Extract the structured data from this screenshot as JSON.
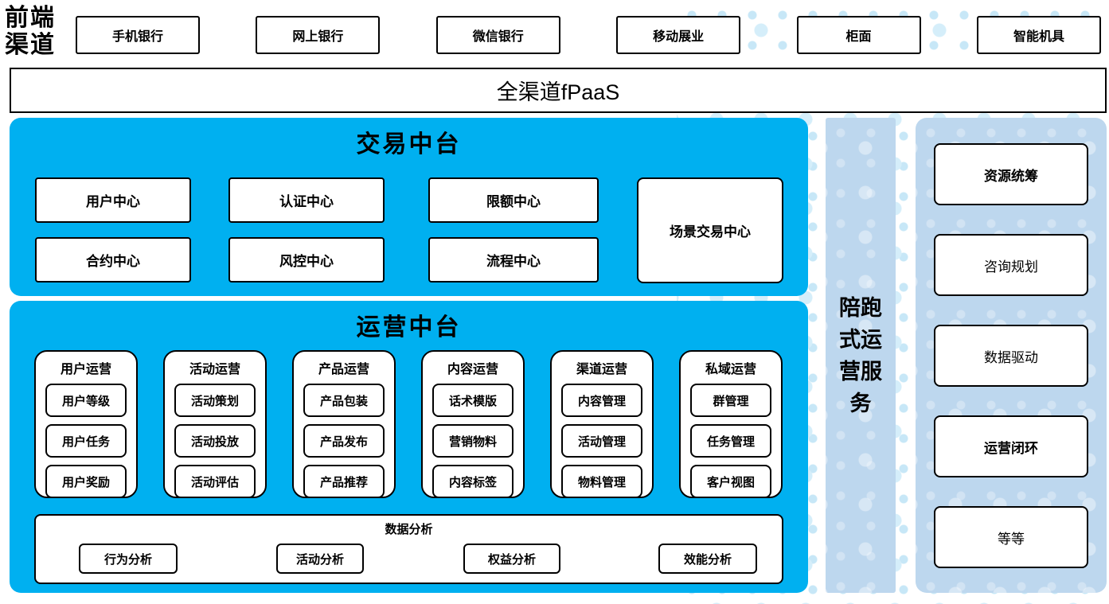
{
  "colors": {
    "bright_blue": "#00B0F0",
    "light_blue": "#BDD7EE",
    "dot_blue": "#C7E7F7",
    "box_border": "#000000",
    "box_bg": "#FFFFFF"
  },
  "front_channels": {
    "label": "前端渠道",
    "label_lines": [
      "前端",
      "渠道"
    ],
    "items": [
      "手机银行",
      "网上银行",
      "微信银行",
      "移动展业",
      "柜面",
      "智能机具"
    ]
  },
  "fpaas": {
    "label": "全渠道fPaaS"
  },
  "trade_platform": {
    "title": "交易中台",
    "row1": [
      "用户中心",
      "认证中心",
      "限额中心"
    ],
    "row2": [
      "合约中心",
      "风控中心",
      "流程中心"
    ],
    "side_box": "场景交易中心"
  },
  "ops_platform": {
    "title": "运营中台",
    "groups": [
      {
        "header": "用户运营",
        "items": [
          "用户等级",
          "用户任务",
          "用户奖励"
        ]
      },
      {
        "header": "活动运营",
        "items": [
          "活动策划",
          "活动投放",
          "活动评估"
        ]
      },
      {
        "header": "产品运营",
        "items": [
          "产品包装",
          "产品发布",
          "产品推荐"
        ]
      },
      {
        "header": "内容运营",
        "items": [
          "话术模版",
          "营销物料",
          "内容标签"
        ]
      },
      {
        "header": "渠道运营",
        "items": [
          "内容管理",
          "活动管理",
          "物料管理"
        ]
      },
      {
        "header": "私域运营",
        "items": [
          "群管理",
          "任务管理",
          "客户视图"
        ]
      }
    ],
    "analysis": {
      "title": "数据分析",
      "items": [
        "行为分析",
        "活动分析",
        "权益分析",
        "效能分析"
      ]
    }
  },
  "runner_service": {
    "label": "陪跑式运营服务"
  },
  "right_panel": {
    "items": [
      {
        "label": "资源统筹",
        "bold": true
      },
      {
        "label": "咨询规划",
        "bold": false
      },
      {
        "label": "数据驱动",
        "bold": false
      },
      {
        "label": "运营闭环",
        "bold": true
      },
      {
        "label": "等等",
        "bold": false
      }
    ]
  }
}
